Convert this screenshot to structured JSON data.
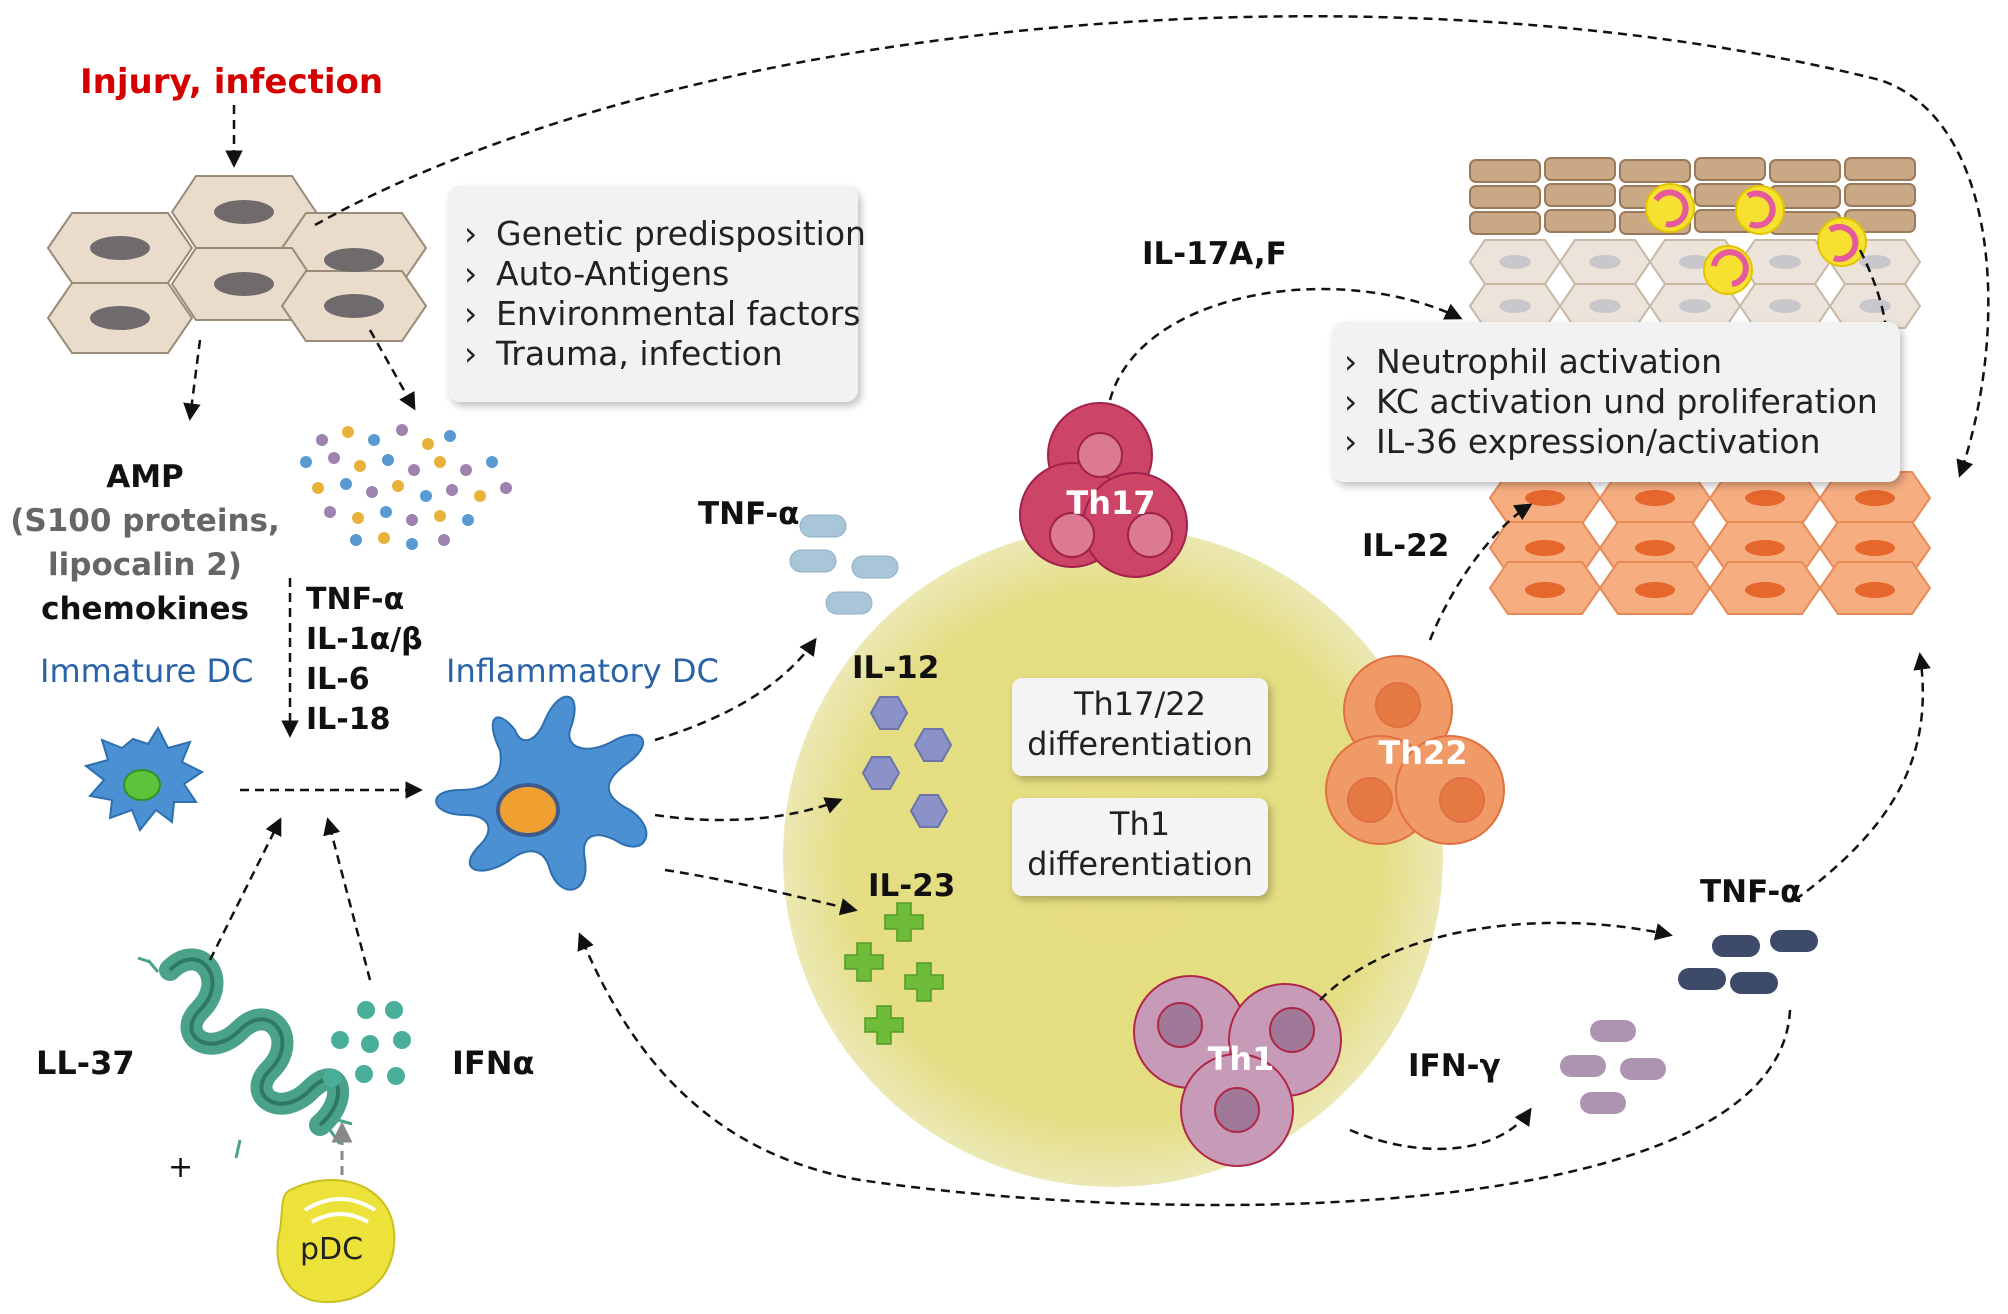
{
  "trigger": "Injury, infection",
  "predisposition": [
    "Genetic predisposition",
    "Auto-Antigens",
    "Environmental factors",
    "Trauma, infection"
  ],
  "amp": {
    "title": "AMP",
    "line1": "(S100 proteins,",
    "line2": "lipocalin 2)",
    "chemokines": "chemokines"
  },
  "cytokines_early": [
    "TNF-α",
    "IL-1α/β",
    "IL-6",
    "IL-18"
  ],
  "immature_dc": "Immature DC",
  "inflammatory_dc": "Inflammatory DC",
  "ll37": "LL-37",
  "plus": "+",
  "ifna": "IFNα",
  "pdc": "pDC",
  "dc_cytokines": {
    "tnf": "TNF-α",
    "il12": "IL-12",
    "il23": "IL-23"
  },
  "differentiation": {
    "th17_22": [
      "Th17/22",
      "differentiation"
    ],
    "th1": [
      "Th1",
      "differentiation"
    ]
  },
  "cells": {
    "th17": "Th17",
    "th22": "Th22",
    "th1": "Th1"
  },
  "th_cytokines": {
    "il17": "IL-17A,F",
    "il22": "IL-22",
    "ifng": "IFN-γ",
    "tnf": "TNF-α"
  },
  "effects": [
    "Neutrophil activation",
    "KC activation und proliferation",
    "IL-36 expression/activation"
  ],
  "colors": {
    "red_text": "#d40000",
    "dc_blue": "#3f8fd4",
    "halo": "#e5df88",
    "th17": "#cc4466",
    "th22": "#ef8a55",
    "th1": "#c79ab8",
    "pdc": "#ece23a",
    "ll37": "#4aa28a"
  }
}
